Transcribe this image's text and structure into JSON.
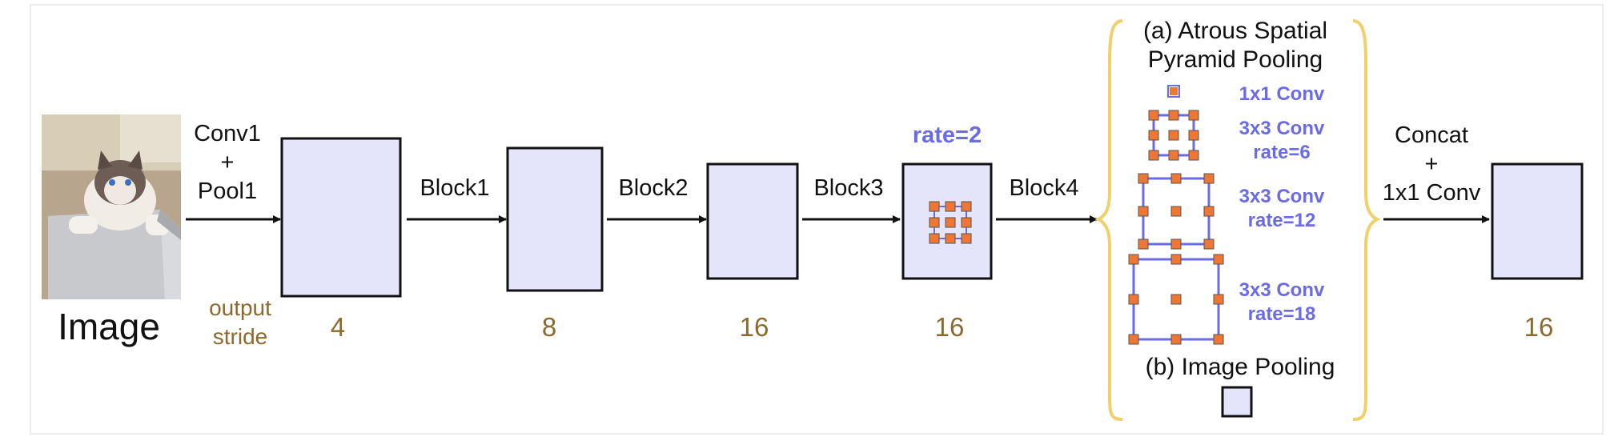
{
  "colors": {
    "box_fill": "#e4e4fb",
    "box_stroke": "#111111",
    "stride_text": "#8a6a2e",
    "conv_text": "#6b6be6",
    "kernel_dot": "#ee7733",
    "brace": "#f2d069"
  },
  "input": {
    "caption": "Image",
    "image": "photo of a cat sitting on a white box"
  },
  "stride": {
    "label_line1": "output",
    "label_line2": "stride"
  },
  "stages": [
    {
      "op_line1": "Conv1",
      "op_line2": "+",
      "op_line3": "Pool1",
      "stride": "4"
    },
    {
      "op": "Block1",
      "stride": "8"
    },
    {
      "op": "Block2",
      "stride": "16"
    },
    {
      "op": "Block3",
      "stride": "16",
      "annotation": "rate=2"
    },
    {
      "op": "Block4"
    }
  ],
  "aspp": {
    "title_line1": "(a) Atrous Spatial",
    "title_line2": "Pyramid Pooling",
    "branches": [
      {
        "line1": "1x1 Conv"
      },
      {
        "line1": "3x3 Conv",
        "line2": "rate=6"
      },
      {
        "line1": "3x3 Conv",
        "line2": "rate=12"
      },
      {
        "line1": "3x3 Conv",
        "line2": "rate=18"
      }
    ],
    "pooling_title": "(b) Image Pooling"
  },
  "output": {
    "op_line1": "Concat",
    "op_line2": "+",
    "op_line3": "1x1 Conv",
    "stride": "16"
  }
}
